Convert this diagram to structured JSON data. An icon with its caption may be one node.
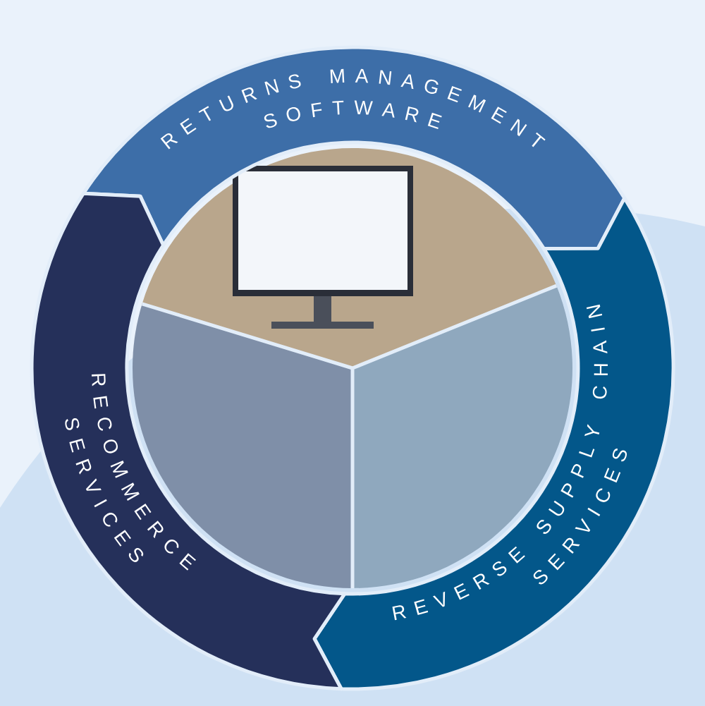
{
  "diagram": {
    "nodes": [
      {
        "text": [
          "RETURNS MANAGEMENT SOFTWARE"
        ]
      },
      {
        "text": [
          "REVERSE SUPPLY CHAIN SERVICES"
        ]
      },
      {
        "text": [
          "RECOMMERCE SERVICES"
        ]
      }
    ]
  }
}
